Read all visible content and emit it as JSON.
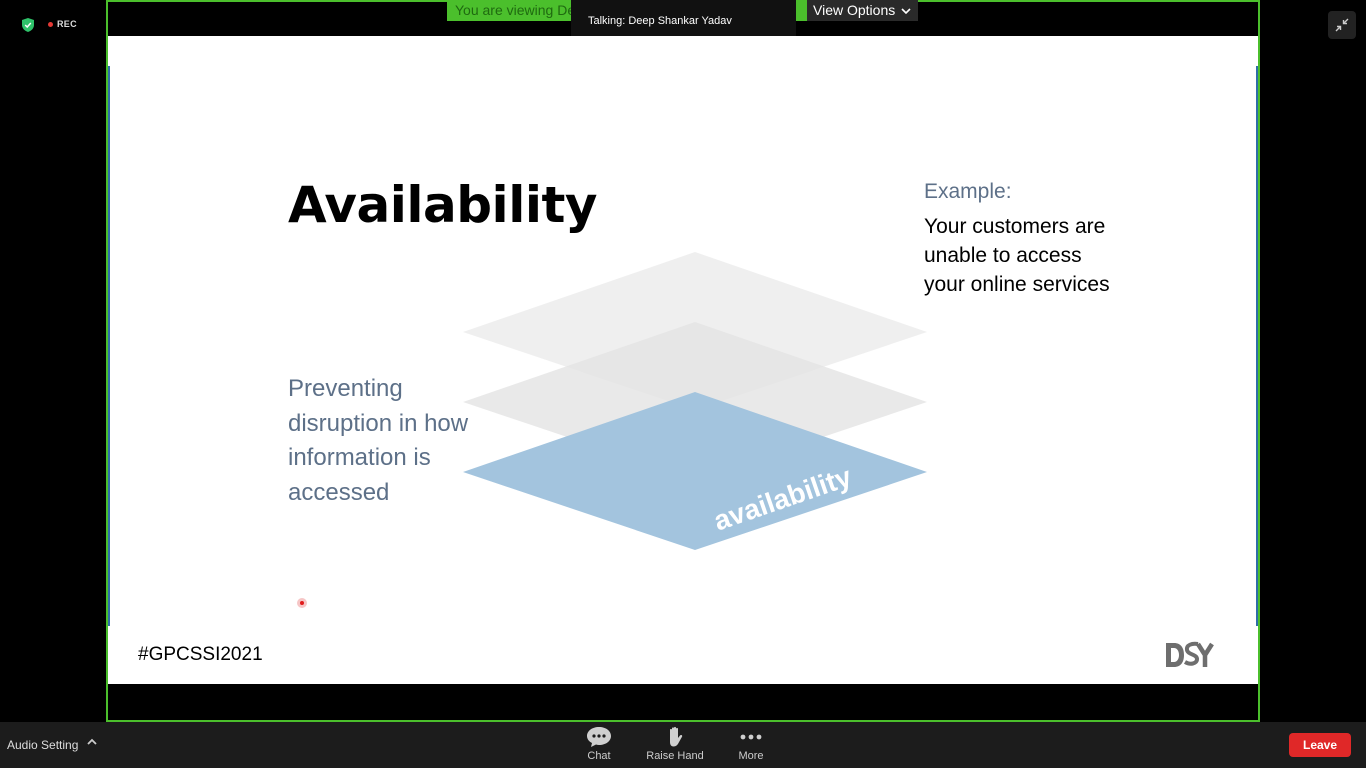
{
  "status": {
    "recording_label": "REC"
  },
  "share": {
    "viewing_text": "You are viewing De",
    "view_options_label": "View Options",
    "talking_text": "Talking: Deep Shankar Yadav"
  },
  "slide": {
    "title": "Availability",
    "example_label": "Example:",
    "example_text": "Your customers are unable to access your online services",
    "description": "Preventing disruption in how information is accessed",
    "layer_label": "availability",
    "hashtag": "#GPCSSI2021",
    "logo_text": "DSY"
  },
  "toolbar": {
    "audio_setting_label": "Audio Setting",
    "chat_label": "Chat",
    "raise_hand_label": "Raise Hand",
    "more_label": "More",
    "leave_label": "Leave"
  },
  "colors": {
    "share_border": "#4bbf2c",
    "leave_button": "#e02828",
    "layer_blue": "#a3c4de",
    "text_blue_gray": "#5d7088"
  }
}
